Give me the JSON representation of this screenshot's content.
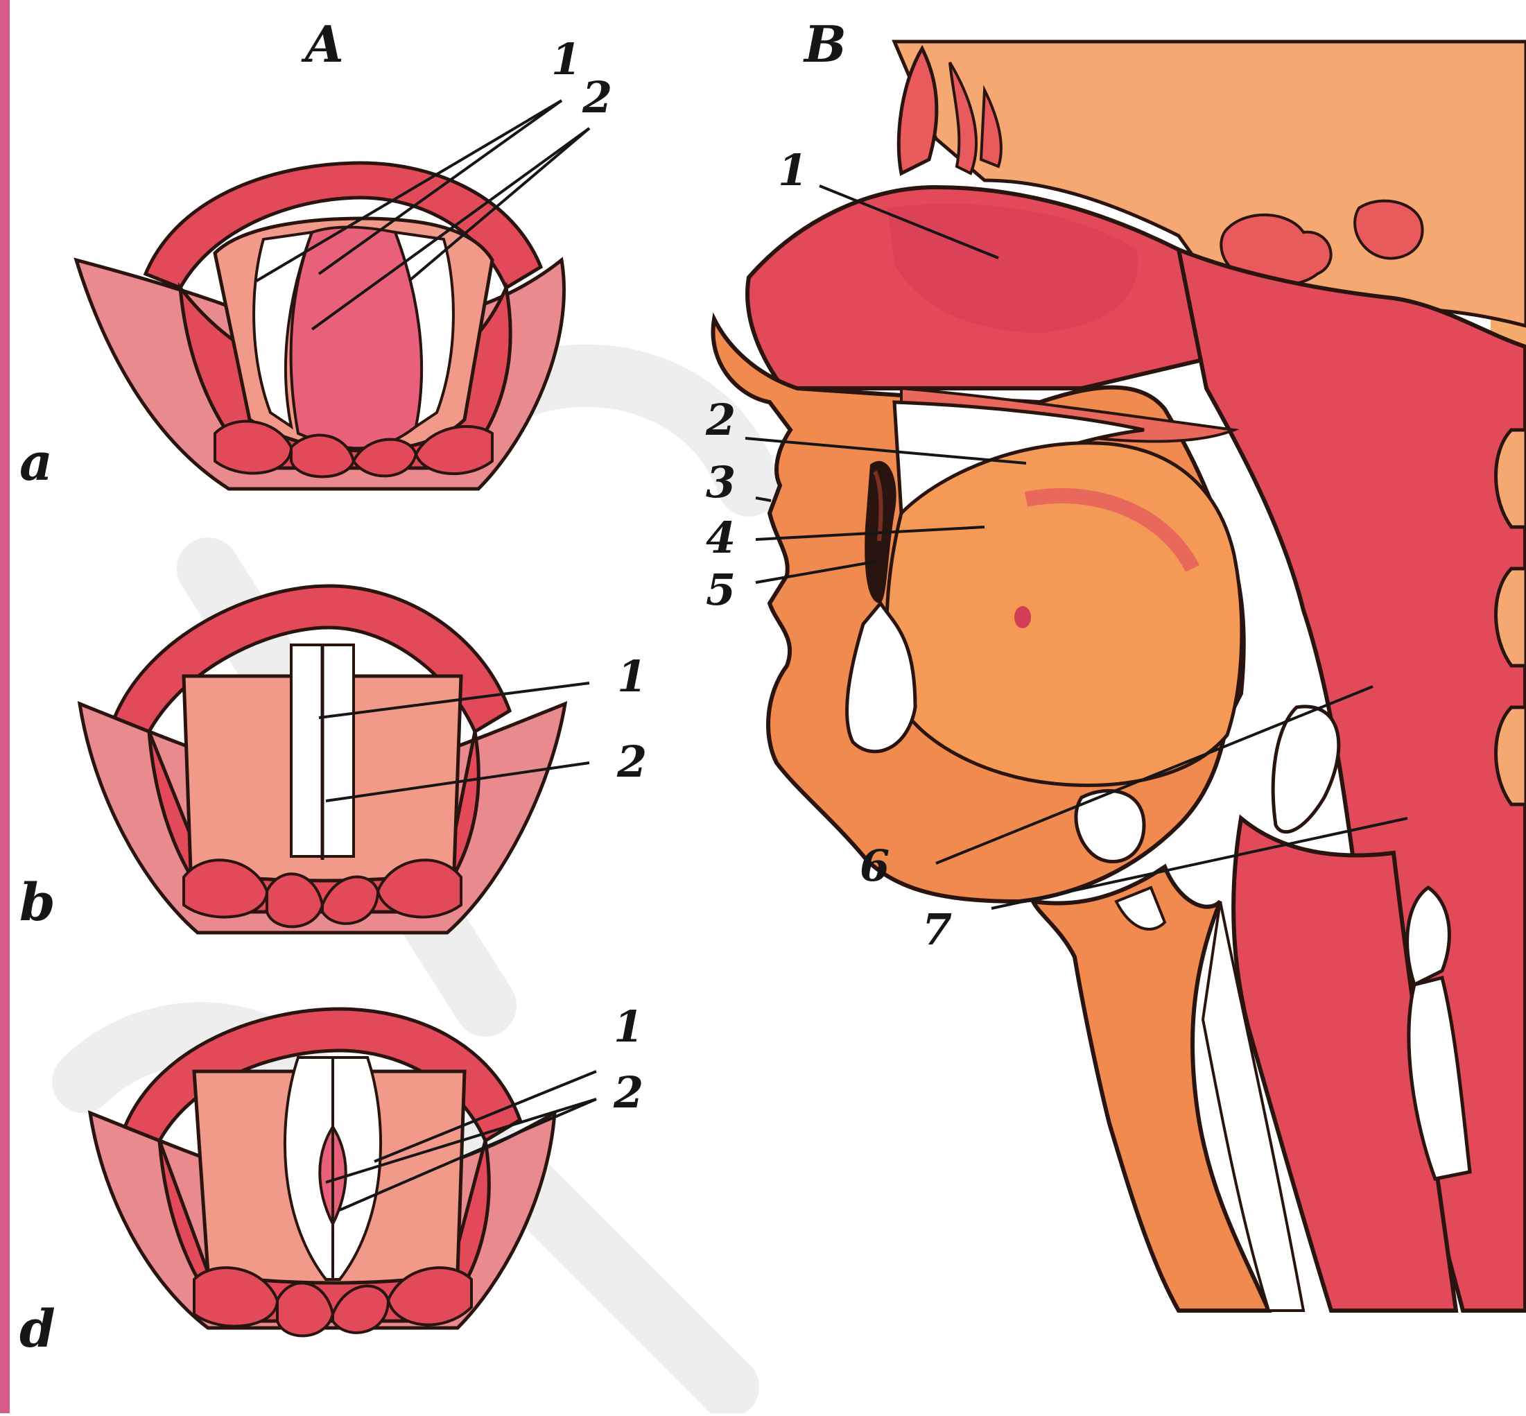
{
  "headings": {
    "panel_a": "A",
    "panel_b": "B"
  },
  "rows": {
    "row_a": "a",
    "row_b": "b",
    "row_d": "d"
  },
  "laryngoscope_labels": {
    "a_1": "1",
    "a_2": "2",
    "b_1": "1",
    "b_2": "2",
    "d_1": "1",
    "d_2": "2"
  },
  "sagittal_labels": {
    "n1": "1",
    "n2": "2",
    "n3": "3",
    "n4": "4",
    "n5": "5",
    "n6": "6",
    "n7": "7"
  },
  "colors": {
    "left_border": "#d65a8a",
    "tissue_red": "#e04a5c",
    "tissue_pink": "#e98a8e",
    "tissue_orange": "#f08a4e",
    "background_wash": "#f8c48a",
    "outline": "#2a1410"
  }
}
